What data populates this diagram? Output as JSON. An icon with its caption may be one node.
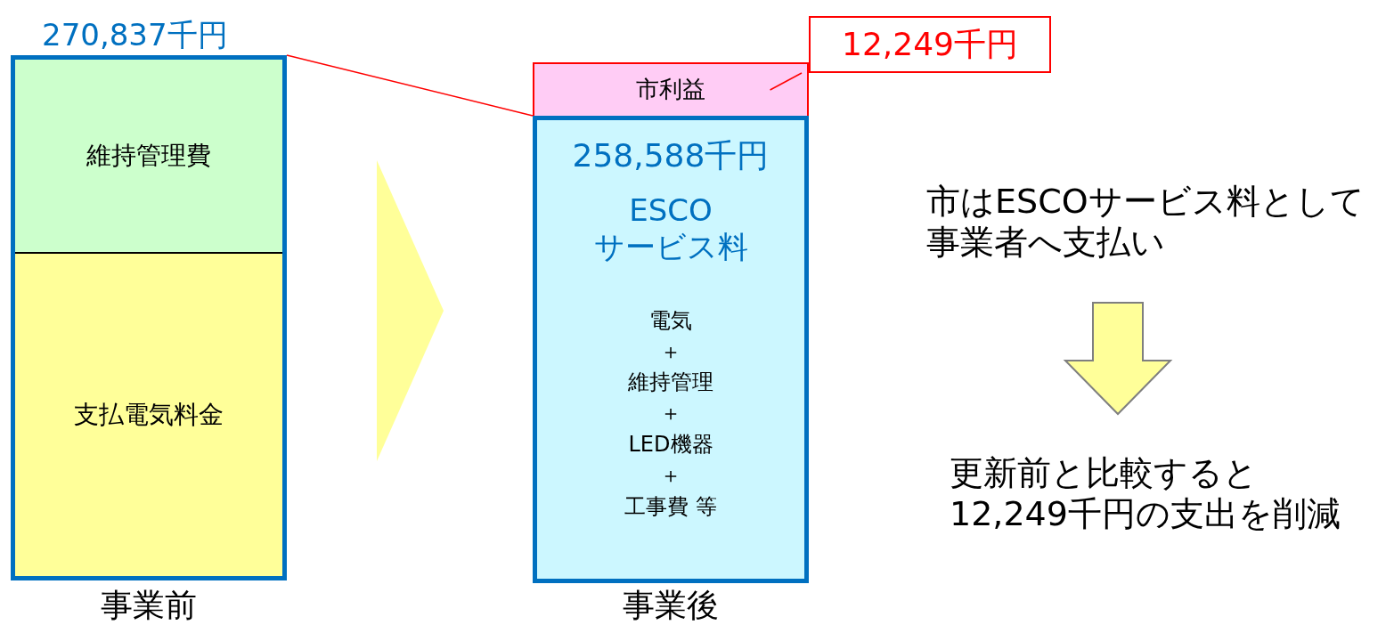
{
  "diagram": {
    "nodes": [
      {
        "text": [
          "270,837千円"
        ],
        "beside": [
          "事業前"
        ]
      },
      {
        "text": [
          "維持管理費"
        ],
        "in": 0
      },
      {
        "text": [
          "支払電気料金"
        ],
        "in": 0
      },
      {
        "text": [
          "市利益"
        ]
      },
      {
        "text": [
          "258,588千円",
          "ESCO サービス料",
          "電気",
          "＋",
          "維持管理",
          "＋",
          "LED機器",
          "＋",
          "工事費 等"
        ],
        "beside": [
          "事業後"
        ]
      },
      {
        "text": [
          "12,249千円"
        ]
      },
      {
        "text": [
          "市はESCOサービス料として事業者へ支払い"
        ]
      },
      {
        "text": [
          "更新前と比較すると12,249千円の支出を削減"
        ]
      }
    ],
    "edges": [
      {
        "from": 0,
        "to": 4,
        "arrow": "to",
        "style": "thick",
        "color": "#ffff99"
      },
      {
        "from": 0,
        "to": 4,
        "arrow": "none",
        "color": "#ff0000"
      },
      {
        "from": 5,
        "to": 3,
        "arrow": "none",
        "color": "#ff0000"
      },
      {
        "from": 6,
        "to": 7,
        "arrow": "to",
        "style": "thick",
        "color": "#ffff99"
      }
    ]
  }
}
